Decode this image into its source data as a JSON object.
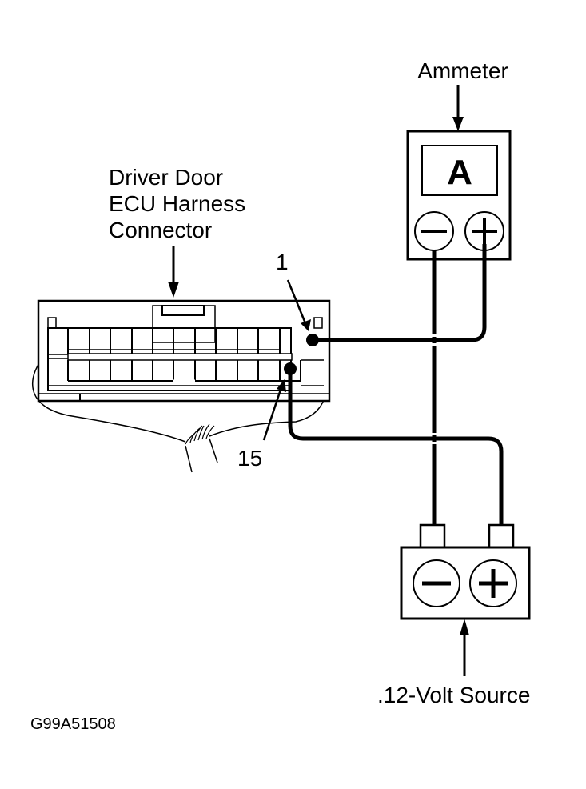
{
  "diagram": {
    "labels": {
      "ammeter": "Ammeter",
      "ammeter_display": "A",
      "connector_line1": "Driver Door",
      "connector_line2": "ECU Harness",
      "connector_line3": "Connector",
      "pin1": "1",
      "pin15": "15",
      "source": ".12-Volt Source",
      "figure_id": "G99A51508"
    },
    "connections": [
      {
        "from": "connector-pin-1",
        "to": "ammeter-positive-terminal"
      },
      {
        "from": "ammeter-negative-terminal",
        "to": "source-negative-terminal"
      },
      {
        "from": "connector-pin-15",
        "to": "source-positive-terminal"
      }
    ],
    "colors": {
      "line": "#000000",
      "background": "#ffffff"
    }
  }
}
